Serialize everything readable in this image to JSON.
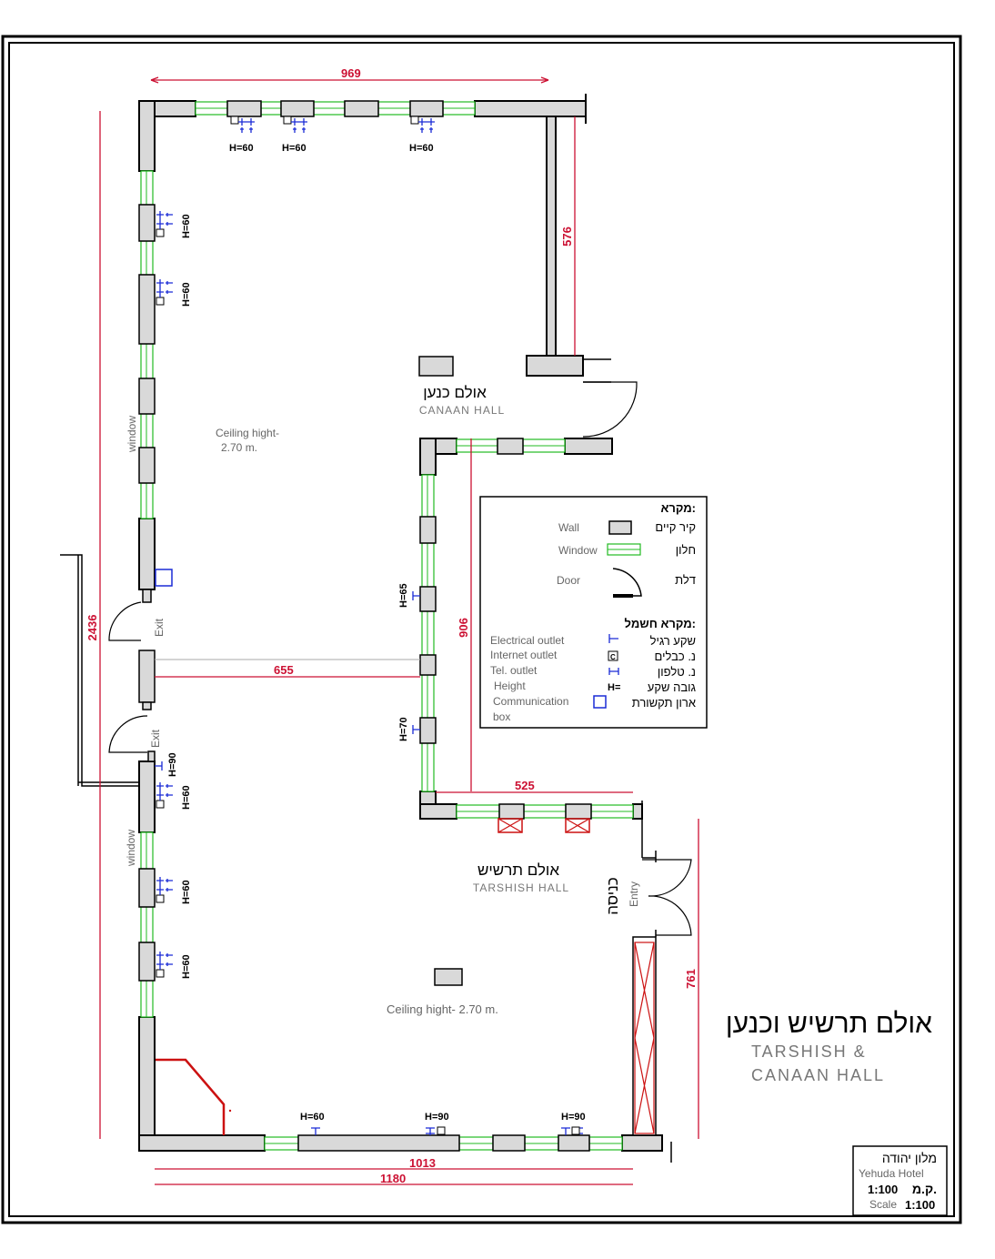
{
  "plan": {
    "title_he": "אולם תרשיש וכנען",
    "title_en_1": "TARSHISH &",
    "title_en_2": "CANAAN   HALL"
  },
  "rooms": {
    "canaan_he": "אולם כנען",
    "canaan_en": "CANAAN HALL",
    "tarshish_he": "אולם תרשיש",
    "tarshish_en": "TARSHISH   HALL",
    "ceiling_1a": "Ceiling hight-",
    "ceiling_1b": "2.70 m.",
    "ceiling_2": "Ceiling hight- 2.70 m.",
    "window_1": "window",
    "window_2": "window",
    "exit_1": "Exit",
    "exit_2": "Exit",
    "entry_he": "כניסה",
    "entry_en": "Entry"
  },
  "dimensions": {
    "d969": "969",
    "d576": "576",
    "d2436": "2436",
    "d655": "655",
    "d906": "906",
    "d525": "525",
    "d761": "761",
    "d1013": "1013",
    "d1180": "1180"
  },
  "heights": {
    "top_1": "H=60",
    "top_2": "H=60",
    "top_3": "H=60",
    "left_1": "H=60",
    "left_2": "H=60",
    "mid_65": "H=65",
    "mid_70": "H=70",
    "left_90": "H=90",
    "left_3": "H=60",
    "left_4": "H=60",
    "left_5": "H=60",
    "bot_1": "H=60",
    "bot_2": "H=90",
    "bot_3": "H=90"
  },
  "legend": {
    "title_he": "מקרא:",
    "wall_en": "Wall",
    "wall_he": "קיר קיים",
    "window_en": "Window",
    "window_he": "חלון",
    "door_en": "Door",
    "door_he": "דלת",
    "elec_title_he": "מקרא חשמל:",
    "elec_en": "Electrical outlet",
    "elec_he": "שקע רגיל",
    "internet_en": "Internet outlet",
    "internet_he": "נ. כבלים",
    "tel_en": "Tel. outlet",
    "tel_he": "נ. טלפון",
    "height_en": "Height",
    "height_he": "גובה שקע",
    "height_sym": "H=",
    "comm_en_1": "Communication",
    "comm_en_2": "box",
    "comm_he": "ארון תקשורת",
    "internet_sym": "C"
  },
  "titleblock": {
    "hotel_he": "מלון יהודה",
    "hotel_en": "Yehuda Hotel",
    "scale_he": "ק.מ.",
    "scale_val_1": "1:100",
    "scale_label": "Scale",
    "scale_val_2": "1:100"
  },
  "colors": {
    "dimension": "#cc1133",
    "window": "#22bb22",
    "outlet": "#1a2bd6",
    "wall_fill": "#d9d9d9"
  }
}
